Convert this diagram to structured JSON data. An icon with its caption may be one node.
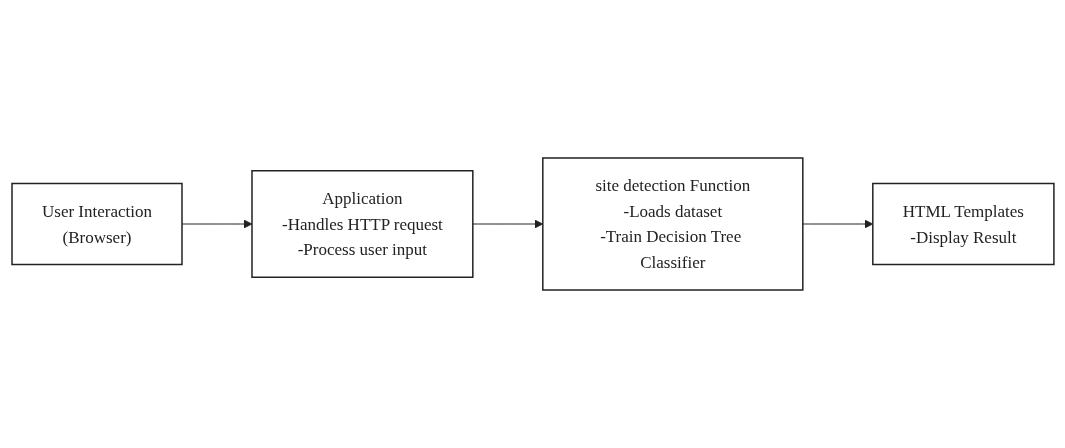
{
  "diagram": {
    "nodes": [
      {
        "text": [
          "User Interaction",
          "(Browser)"
        ]
      },
      {
        "text": [
          "Application",
          "-Handles HTTP request",
          "-Process user input"
        ]
      },
      {
        "text": [
          "site detection Function",
          "-Loads dataset",
          "-Train Decision Tree Classifier"
        ]
      },
      {
        "text": [
          "HTML Templates",
          "-Display Result"
        ]
      }
    ],
    "edges": [
      {
        "from": 0,
        "to": 1,
        "arrow": "to"
      },
      {
        "from": 1,
        "to": 2,
        "arrow": "to"
      },
      {
        "from": 2,
        "to": 3,
        "arrow": "to"
      }
    ]
  }
}
